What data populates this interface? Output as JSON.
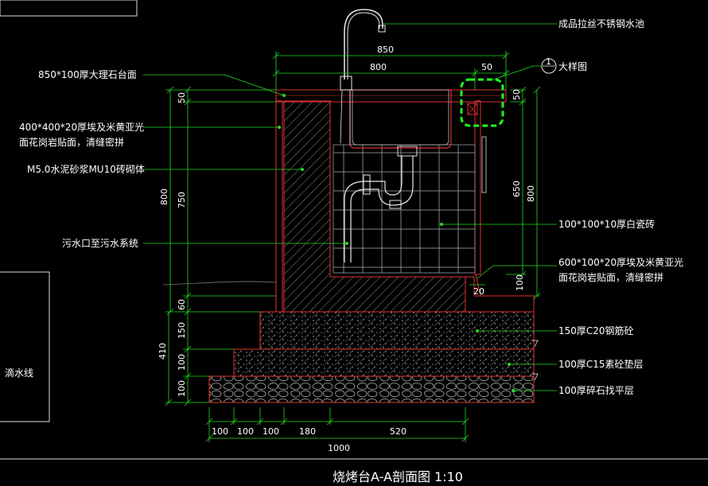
{
  "drawing": {
    "title": "烧烤台A-A剖面图 1:10",
    "annotations": {
      "sink": "成品拉丝不锈钢水池",
      "detail_ref": "大样图",
      "detail_no": "1",
      "countertop": "850*100厚大理石台面",
      "granite_line1": "400*400*20厚埃及米黄亚光",
      "granite_line2": "面花岗岩贴面，清缝密拼",
      "masonry": "M5.0水泥砂浆MU10砖砌体",
      "sewage": "污水口至污水系统",
      "tile": "100*100*10厚白瓷砖",
      "granite2_line1": "600*100*20厚埃及米黄亚光",
      "granite2_line2": "面花岗岩贴面，清缝密拼",
      "rc_slab": "150厚C20钢筋砼",
      "plain_concrete": "100厚C15素砼垫层",
      "gravel": "100厚碎石找平层",
      "drip_line": "滴水线"
    },
    "dims": {
      "top_850": "850",
      "top_800": "800",
      "top_50": "50",
      "right_50": "50",
      "right_650": "650",
      "right_800": "800",
      "right_100": "100",
      "right_20": "20",
      "left_50": "50",
      "left_750": "750",
      "left_800": "800",
      "left_60": "60",
      "left_150": "150",
      "left_100a": "100",
      "left_100b": "100",
      "left_410": "410",
      "bottom_100a": "100",
      "bottom_100b": "100",
      "bottom_100c": "100",
      "bottom_180": "180",
      "bottom_520": "520",
      "bottom_1000": "1000"
    },
    "colors": {
      "background": "#000000",
      "outline_red": "#e03030",
      "leader_green": "#22dd22",
      "hatch_gray": "#9a9a9a",
      "pipe_white": "#e8e8e8",
      "detail_circle": "#22ff22"
    }
  }
}
